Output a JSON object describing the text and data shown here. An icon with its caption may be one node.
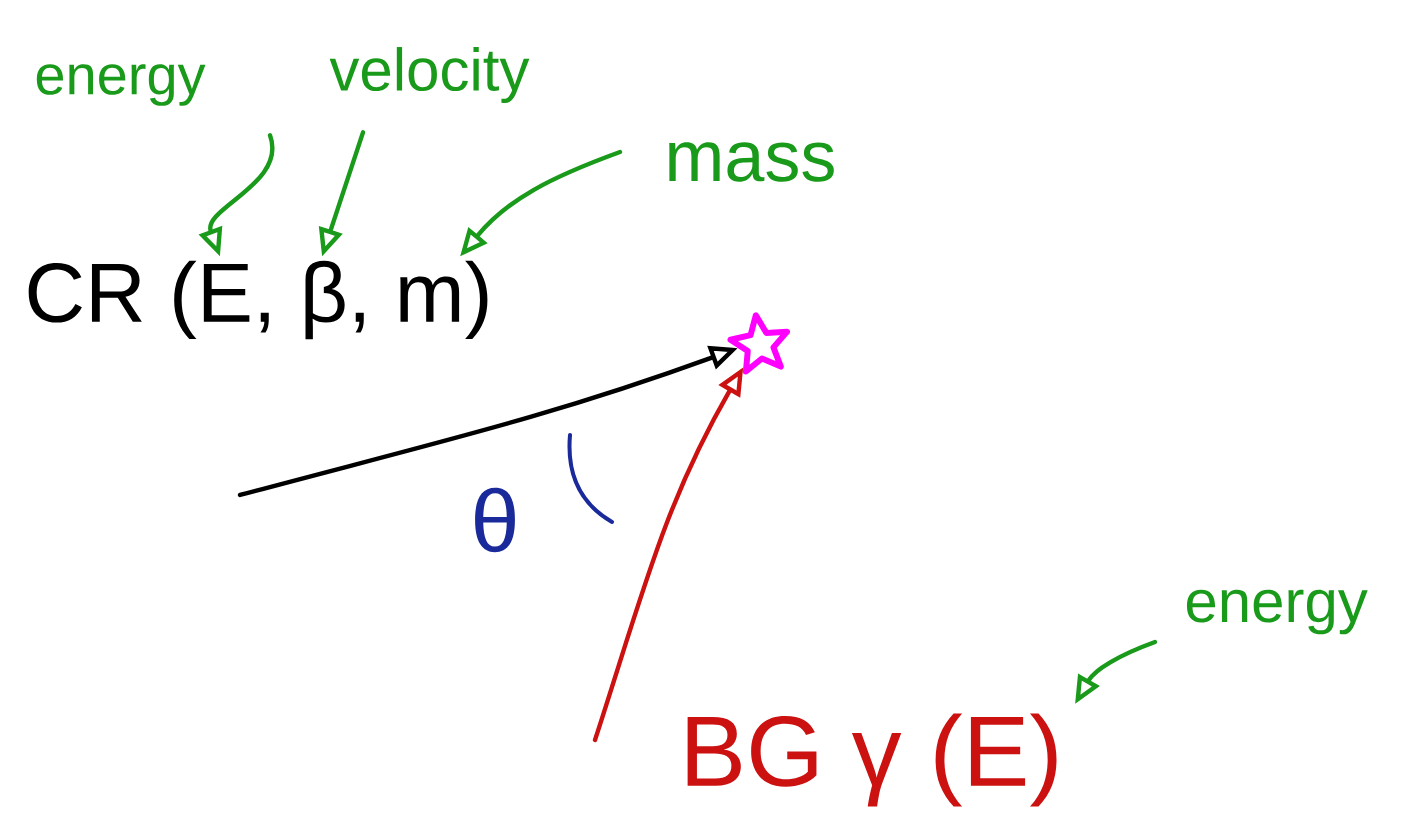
{
  "diagram": {
    "nodes": [
      {
        "text": [
          "energy"
        ]
      },
      {
        "text": [
          "velocity"
        ]
      },
      {
        "text": [
          "mass"
        ]
      },
      {
        "text": [
          "CR (E, β, m)"
        ]
      },
      {
        "text": [],
        "shape": "star"
      },
      {
        "text": [
          "energy"
        ]
      },
      {
        "text": [
          "BG γ (E)"
        ]
      }
    ],
    "edges": [
      {
        "from": 0,
        "to": 3,
        "arrow": "to"
      },
      {
        "from": 1,
        "to": 3,
        "arrow": "to"
      },
      {
        "from": 2,
        "to": 3,
        "arrow": "to"
      },
      {
        "from": null,
        "to": 4,
        "arrow": "to",
        "color": "#000000"
      },
      {
        "from": null,
        "to": 4,
        "arrow": "to",
        "color": "#cc1111"
      },
      {
        "from": 5,
        "to": 6,
        "arrow": "to"
      }
    ],
    "labels": [
      "θ"
    ]
  }
}
